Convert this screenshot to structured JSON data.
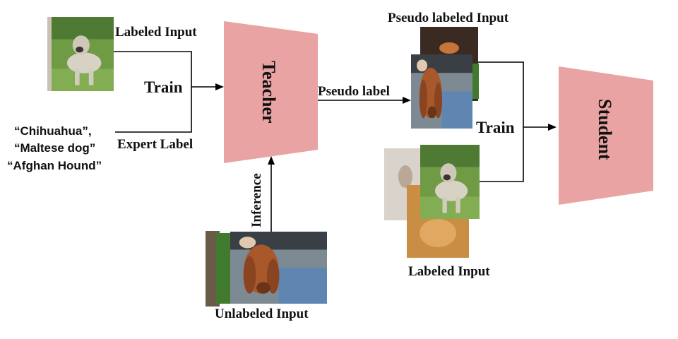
{
  "teacher": {
    "label": "Teacher",
    "color": "#eaa3a3"
  },
  "student": {
    "label": "Student",
    "color": "#eaa3a3"
  },
  "left": {
    "labeled_input": "Labeled Input",
    "train": "Train",
    "expert_label": "Expert Label",
    "class_names": [
      "“Chihuahua”,",
      "“Maltese dog”",
      "“Afghan Hound”"
    ]
  },
  "middle": {
    "pseudo_label": "Pseudo label",
    "inference": "Inference",
    "unlabeled_input": "Unlabeled Input"
  },
  "right": {
    "pseudo_labeled_input": "Pseudo labeled Input",
    "train": "Train",
    "labeled_input": "Labeled Input"
  },
  "images": {
    "left_labeled": "dog-photo-grass",
    "unlabeled_stack": "dog-photo-car",
    "pseudo_stack": "dog-photo-car",
    "labeled_stack": "dog-photo-grass"
  }
}
